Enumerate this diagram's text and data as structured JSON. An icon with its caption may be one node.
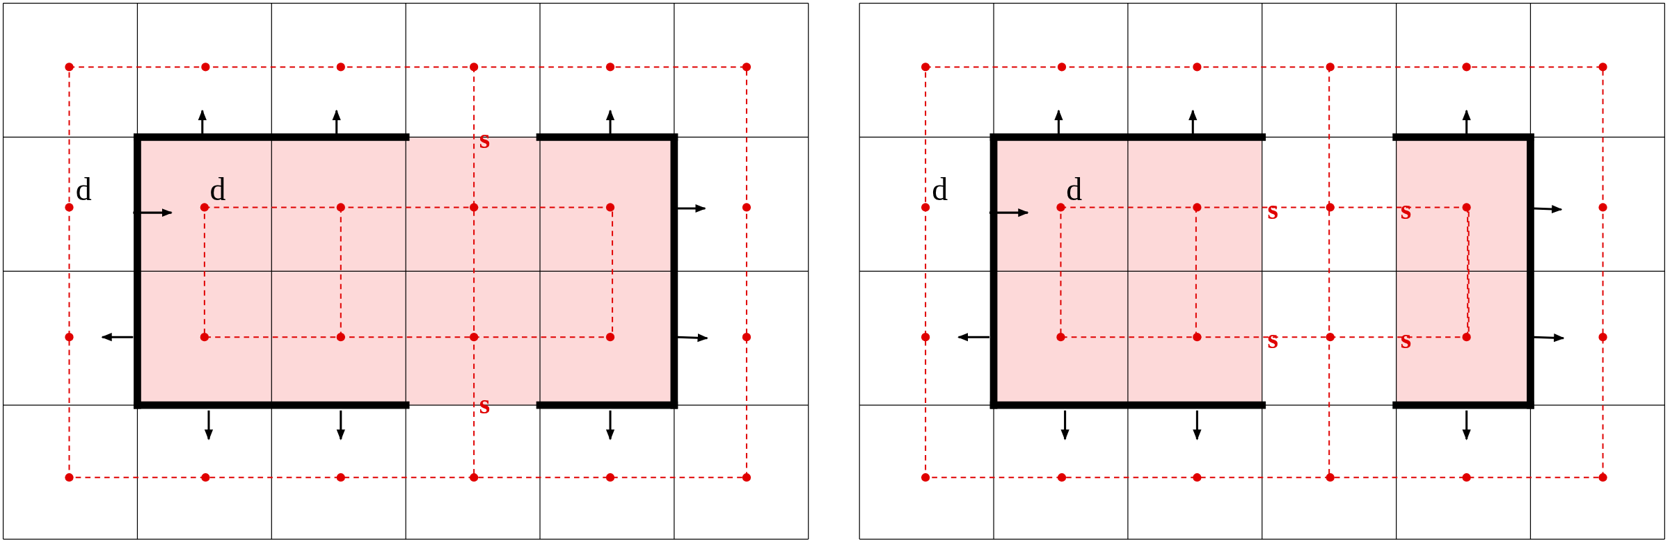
{
  "diagram": {
    "labels": [
      "d",
      "d",
      "s",
      "s",
      "d",
      "d",
      "s",
      "s",
      "s",
      "s"
    ]
  }
}
